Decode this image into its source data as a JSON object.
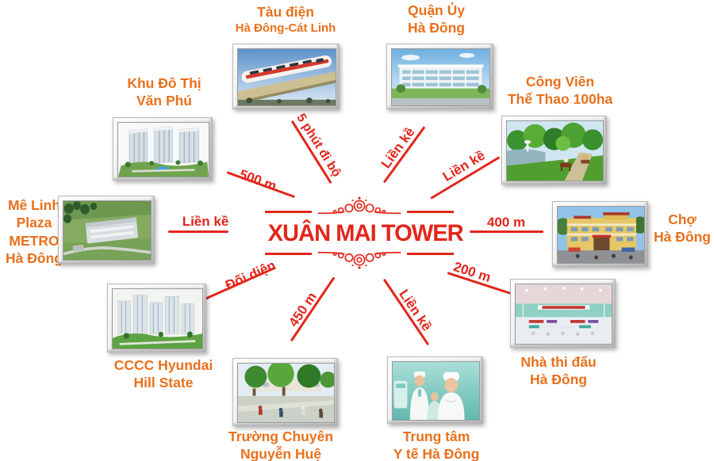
{
  "center": {
    "title": "XUÂN MAI TOWER"
  },
  "colors": {
    "red": "#e2261c",
    "orange": "#e8701c"
  },
  "locations": {
    "tau_dien": {
      "line1": "Tàu điện",
      "line2": "Hà Đông-Cát Linh",
      "distance": "5 phút đi bộ",
      "photo": "monorail-photo"
    },
    "quan_uy": {
      "line1": "Quận Ủy",
      "line2": "Hà Đông",
      "distance": "Liền kề",
      "photo": "government-building-photo"
    },
    "van_phu": {
      "line1": "Khu Đô Thị",
      "line2": "Văn Phú",
      "distance": "500 m",
      "photo": "residential-towers-photo"
    },
    "cong_vien": {
      "line1": "Công Viên",
      "line2": "Thể Thao 100ha",
      "distance": "Liền kề",
      "photo": "park-photo"
    },
    "me_linh": {
      "line1": "Mê Linh",
      "line2": "Plaza",
      "line3": "METRO",
      "line4": "Hà Đông",
      "distance": "Liền kề",
      "photo": "aerial-mall-photo"
    },
    "cho": {
      "line1": "Chợ",
      "line2": "Hà Đông",
      "distance": "400 m",
      "photo": "market-building-photo"
    },
    "hyundai": {
      "line1": "CCCC Hyundai",
      "line2": "Hill State",
      "distance": "Đối diện",
      "photo": "apartment-towers-photo"
    },
    "nha_thi_dau": {
      "line1": "Nhà thi đấu",
      "line2": "Hà Đông",
      "distance": "200 m",
      "photo": "indoor-stadium-photo"
    },
    "truong_chuyen": {
      "line1": "Trường Chuyên",
      "line2": "Nguyễn Huệ",
      "distance": "450 m",
      "photo": "school-campus-photo"
    },
    "y_te": {
      "line1": "Trung tâm",
      "line2": "Y tế Hà Đông",
      "distance": "Liền kề",
      "photo": "medical-center-photo"
    }
  }
}
